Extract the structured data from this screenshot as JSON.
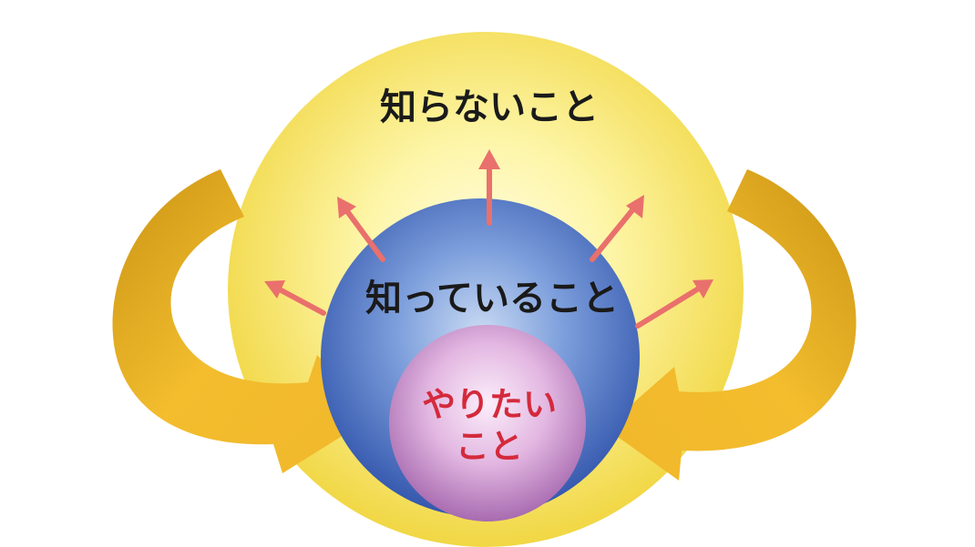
{
  "diagram": {
    "outer_label": "知らないこと",
    "middle_label": "知っていること",
    "inner_label_line1": "やりたい",
    "inner_label_line2": "こと"
  },
  "colors": {
    "outer_circle_light": "#fdf9c8",
    "outer_circle_dark": "#f2da4c",
    "middle_circle_light": "#bcd0ee",
    "middle_circle_dark": "#3d67b7",
    "inner_circle_light": "#f5e0f2",
    "inner_circle_dark": "#b277b7",
    "arrow_red": "#e9706c",
    "curved_arrow_light": "#f0b72a",
    "curved_arrow_dark": "#c48d12",
    "outer_text": "#1a1a1a",
    "middle_text": "#1a1a1a",
    "inner_text": "#d42a3c"
  }
}
